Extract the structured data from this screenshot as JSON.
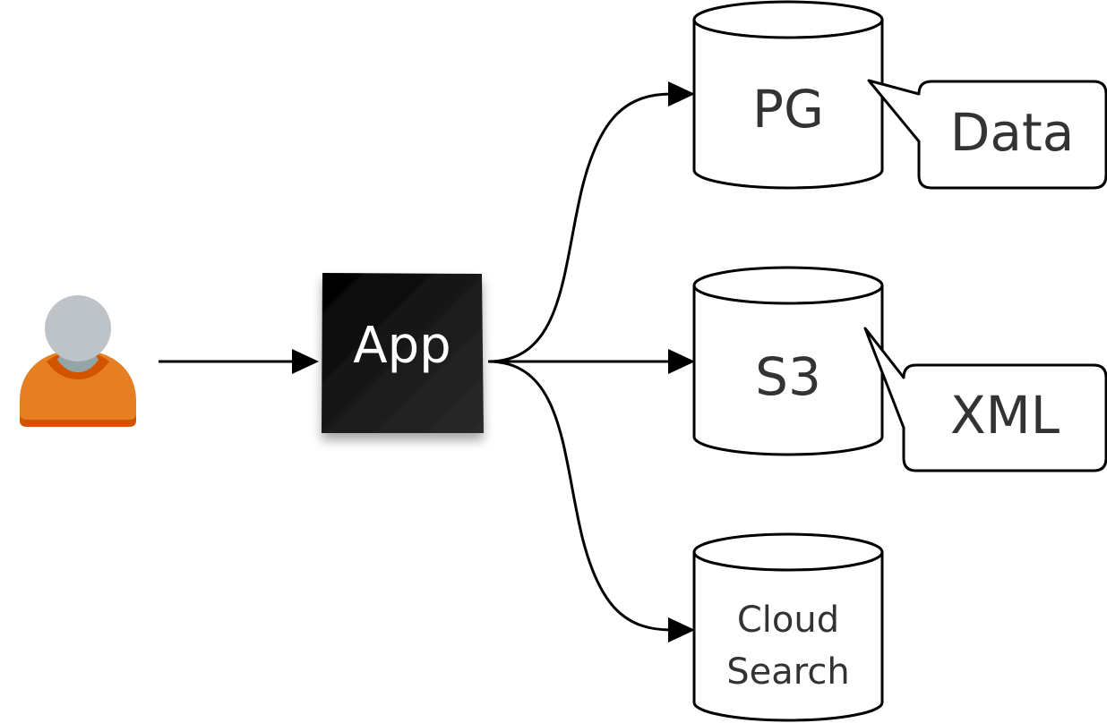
{
  "nodes": {
    "user": {
      "icon": "user-icon",
      "colors": {
        "body": "#E67E22",
        "collar": "#D35400",
        "head": "#BDC3C7",
        "neck": "#95A5A6"
      }
    },
    "app": {
      "label": "App",
      "fill": "#111111",
      "text_color": "#ffffff"
    },
    "pg": {
      "label": "PG"
    },
    "s3": {
      "label": "S3"
    },
    "cloud_search": {
      "label_line1": "Cloud",
      "label_line2": "Search"
    }
  },
  "callouts": {
    "pg": {
      "label": "Data"
    },
    "s3": {
      "label": "XML"
    }
  },
  "edges": [
    {
      "from": "user",
      "to": "app"
    },
    {
      "from": "app",
      "to": "pg"
    },
    {
      "from": "app",
      "to": "s3"
    },
    {
      "from": "app",
      "to": "cloud_search"
    }
  ]
}
